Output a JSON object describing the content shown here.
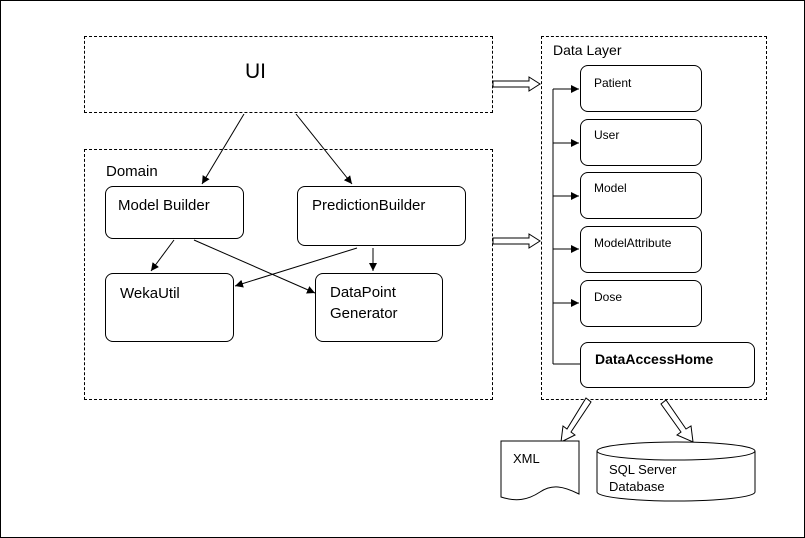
{
  "ui_layer": {
    "label": "UI"
  },
  "domain_layer": {
    "label": "Domain",
    "components": {
      "model_builder": "Model Builder",
      "prediction_builder": "PredictionBuilder",
      "weka_util": "WekaUtil",
      "datapoint_generator": "DataPoint\nGenerator"
    }
  },
  "data_layer": {
    "label": "Data Layer",
    "entities": [
      "Patient",
      "User",
      "Model",
      "ModelAttribute",
      "Dose"
    ],
    "home": "DataAccessHome"
  },
  "storage": {
    "xml": "XML",
    "sql": "SQL Server\nDatabase"
  }
}
